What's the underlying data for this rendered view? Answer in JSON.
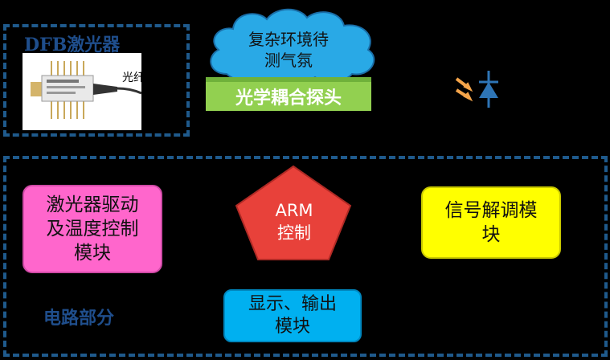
{
  "optical_section": {
    "laser_title": "DFB激光器",
    "laser_package_text": "光纤",
    "cloud_text": "复杂环境待\n测气氛",
    "probe_label": "光学耦合探头"
  },
  "circuit_section": {
    "label": "电路部分",
    "laser_driver_module": "激光器驱动\n及温度控制\n模块",
    "arm_module": "ARM\n控制",
    "signal_demod_module": "信号解调模\n块",
    "display_output_module": "显示、输出\n模块"
  },
  "colors": {
    "dash_border": "#1f5a8c",
    "cloud_fill": "#29a9e6",
    "probe_fill": "#92d050",
    "laser_driver_fill": "#ff66cc",
    "arm_fill": "#e8413a",
    "signal_demod_fill": "#ffff00",
    "display_output_fill": "#00b0f0",
    "photodiode": "#2e75b6",
    "light_arrows": "#f4a44a"
  }
}
